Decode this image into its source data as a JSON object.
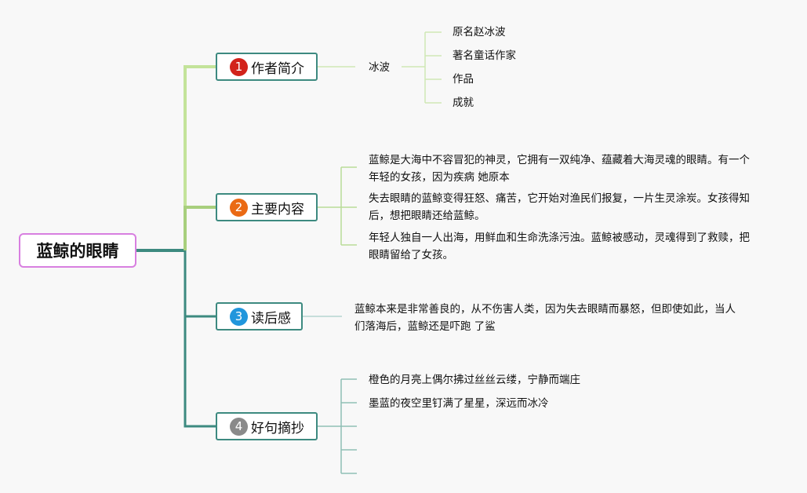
{
  "root": {
    "title": "蓝鲸的眼睛"
  },
  "branches": [
    {
      "num": "1",
      "label": "作者简介",
      "badge_color": "#d2231b"
    },
    {
      "num": "2",
      "label": "主要内容",
      "badge_color": "#ea6a14"
    },
    {
      "num": "3",
      "label": "读后感",
      "badge_color": "#2196dc"
    },
    {
      "num": "4",
      "label": "好句摘抄",
      "badge_color": "#8a8a8a"
    }
  ],
  "author": {
    "name": "冰波",
    "details": [
      "原名赵冰波",
      "著名童话作家",
      "作品",
      "成就"
    ]
  },
  "content": [
    "蓝鲸是大海中不容冒犯的神灵，它拥有一双纯净、蕴藏着大海灵魂的眼睛。有一个年轻的女孩，因为疾病 她原本",
    "失去眼睛的蓝鲸变得狂怒、痛苦，它开始对渔民们报复，一片生灵涂炭。女孩得知后，想把眼睛还给蓝鲸。",
    "年轻人独自一人出海，用鲜血和生命洗涤污浊。蓝鲸被感动，灵魂得到了救赎，把眼睛留给了女孩。"
  ],
  "reflection": "蓝鲸本来是非常善良的，从不伤害人类，因为失去眼睛而暴怒，但即使如此，当人们落海后，蓝鲸还是吓跑 了鲨",
  "quotes": [
    "橙色的月亮上偶尔拂过丝丝云缕，宁静而端庄",
    "墨蓝的夜空里钉满了星星，深远而冰冷",
    "",
    "",
    ""
  ],
  "colors": {
    "root_border": "#d87fe0",
    "branch_border": "#3d8a80",
    "trunk_top": "#c3e39a",
    "trunk_mid": "#a8cf7d",
    "trunk_bottom": "#3d8a80",
    "leaf_line_1": "#cfe8b5",
    "leaf_line_2": "#b9dc98",
    "leaf_line_3": "#b5d6cf",
    "leaf_line_4": "#8fbfb5"
  }
}
